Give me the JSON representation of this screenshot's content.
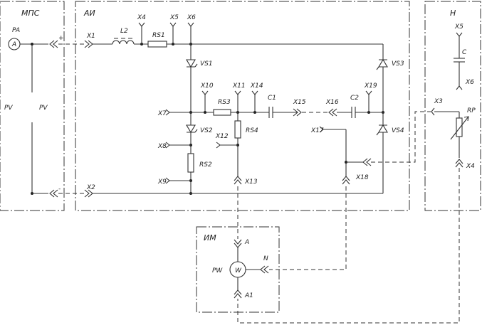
{
  "blocks": {
    "mps": "МПС",
    "ai": "АИ",
    "n": "Н",
    "im": "ИМ"
  },
  "components": {
    "pa": "PA",
    "pa_sym": "A",
    "pv": "PV",
    "pw": "PW",
    "pw_sym": "W",
    "l2": "L2",
    "rs1": "RS1",
    "rs2": "RS2",
    "rs3": "RS3",
    "rs4": "RS4",
    "c1": "C1",
    "c2": "C2",
    "c": "C",
    "rp": "RP",
    "vs1": "VS1",
    "vs2": "VS2",
    "vs3": "VS3",
    "vs4": "VS4"
  },
  "connectors": {
    "x1": "X1",
    "x2": "X2",
    "x3": "X3",
    "x4": "X4",
    "x5": "X5",
    "x6": "X6",
    "x7": "X7",
    "x8": "X8",
    "x9": "X9",
    "x10": "X10",
    "x11": "X11",
    "x12": "X12",
    "x13": "X13",
    "x14": "X14",
    "x15": "X15",
    "x16": "X16",
    "x17": "X17",
    "x18": "X18",
    "x19": "X19",
    "n_x4": "X4",
    "n_x5": "X5",
    "n_x6": "X6",
    "im_a": "A",
    "im_a1": "A1",
    "im_n": "N"
  },
  "marks": {
    "plus": "+",
    "minus": "-",
    "pv_left": "PV"
  }
}
